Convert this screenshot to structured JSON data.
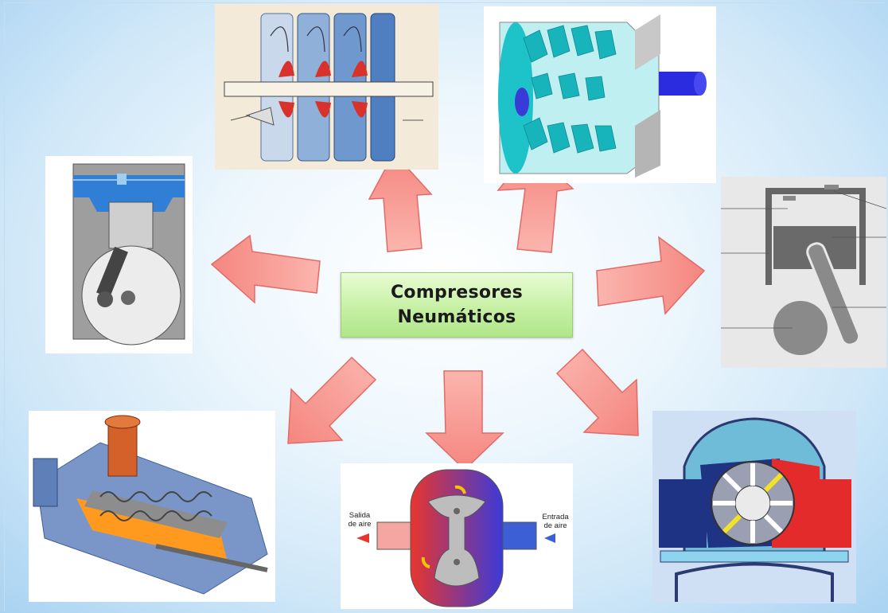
{
  "title": {
    "line1": "Compresores",
    "line2": "Neumáticos"
  },
  "rotary_vane_figure": {
    "outlet_label_line1": "Salida",
    "outlet_label_line2": "de aire",
    "inlet_label_line1": "Entrada",
    "inlet_label_line2": "de aire"
  },
  "colors": {
    "arrow_fill": "#f79590",
    "arrow_stroke": "#e57373",
    "title_box": "#c6f0a4"
  }
}
